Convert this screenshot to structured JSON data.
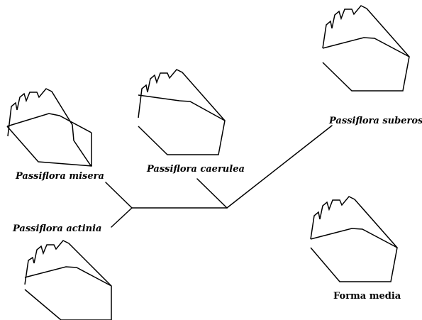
{
  "labels": {
    "suberosa": "Passiflora suberosa",
    "caerulea": "Passiflora caerulea",
    "misera": "Passiflora misera",
    "actinia": "Passiflora actinia",
    "media": "Forma media"
  }
}
